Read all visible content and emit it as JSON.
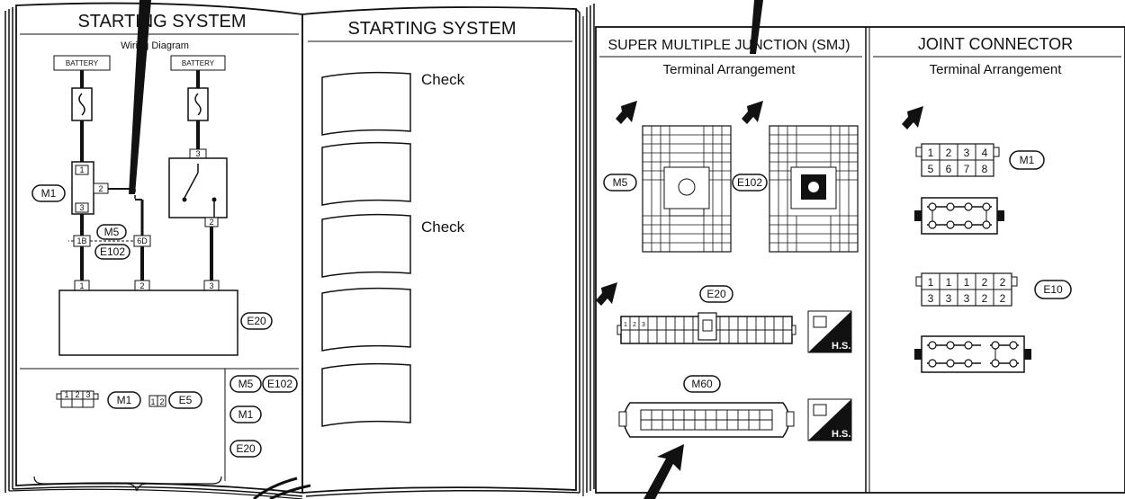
{
  "page1": {
    "title": "STARTING SYSTEM",
    "subtitle": "Wiring Diagram",
    "battery_label": "BATTERY",
    "connectors": {
      "m1": "M1",
      "m5": "M5",
      "e102": "E102",
      "e20": "E20",
      "e5": "E5"
    },
    "pins": {
      "p1": "1",
      "p2": "2",
      "p3": "3",
      "p1b": "1B",
      "p6d": "6D",
      "c1": "1",
      "c2": "2",
      "c3": "3",
      "c3top": "3",
      "c2bot": "2"
    },
    "legend_pins": [
      "1",
      "2",
      "3"
    ],
    "legend_e5_pins": [
      "1",
      "2"
    ]
  },
  "page2": {
    "title": "STARTING SYSTEM",
    "check1": "Check",
    "check2": "Check"
  },
  "page3": {
    "title": "SUPER MULTIPLE JUNCTION (SMJ)",
    "subtitle": "Terminal Arrangement",
    "m5": "M5",
    "e102": "E102",
    "e20": "E20",
    "m60": "M60",
    "hs": "H.S.",
    "e20_pins": [
      "1",
      "2",
      "3"
    ]
  },
  "page4": {
    "title": "JOINT CONNECTOR",
    "subtitle": "Terminal Arrangement",
    "m1": "M1",
    "m1_top": [
      "1",
      "2",
      "3",
      "4"
    ],
    "m1_bottom": [
      "5",
      "6",
      "7",
      "8"
    ],
    "e10": "E10",
    "e10_top": [
      "1",
      "1",
      "1",
      "2",
      "2"
    ],
    "e10_bottom": [
      "3",
      "3",
      "3",
      "2",
      "2"
    ]
  },
  "colors": {
    "ink": "#111111",
    "paper": "#ffffff"
  }
}
